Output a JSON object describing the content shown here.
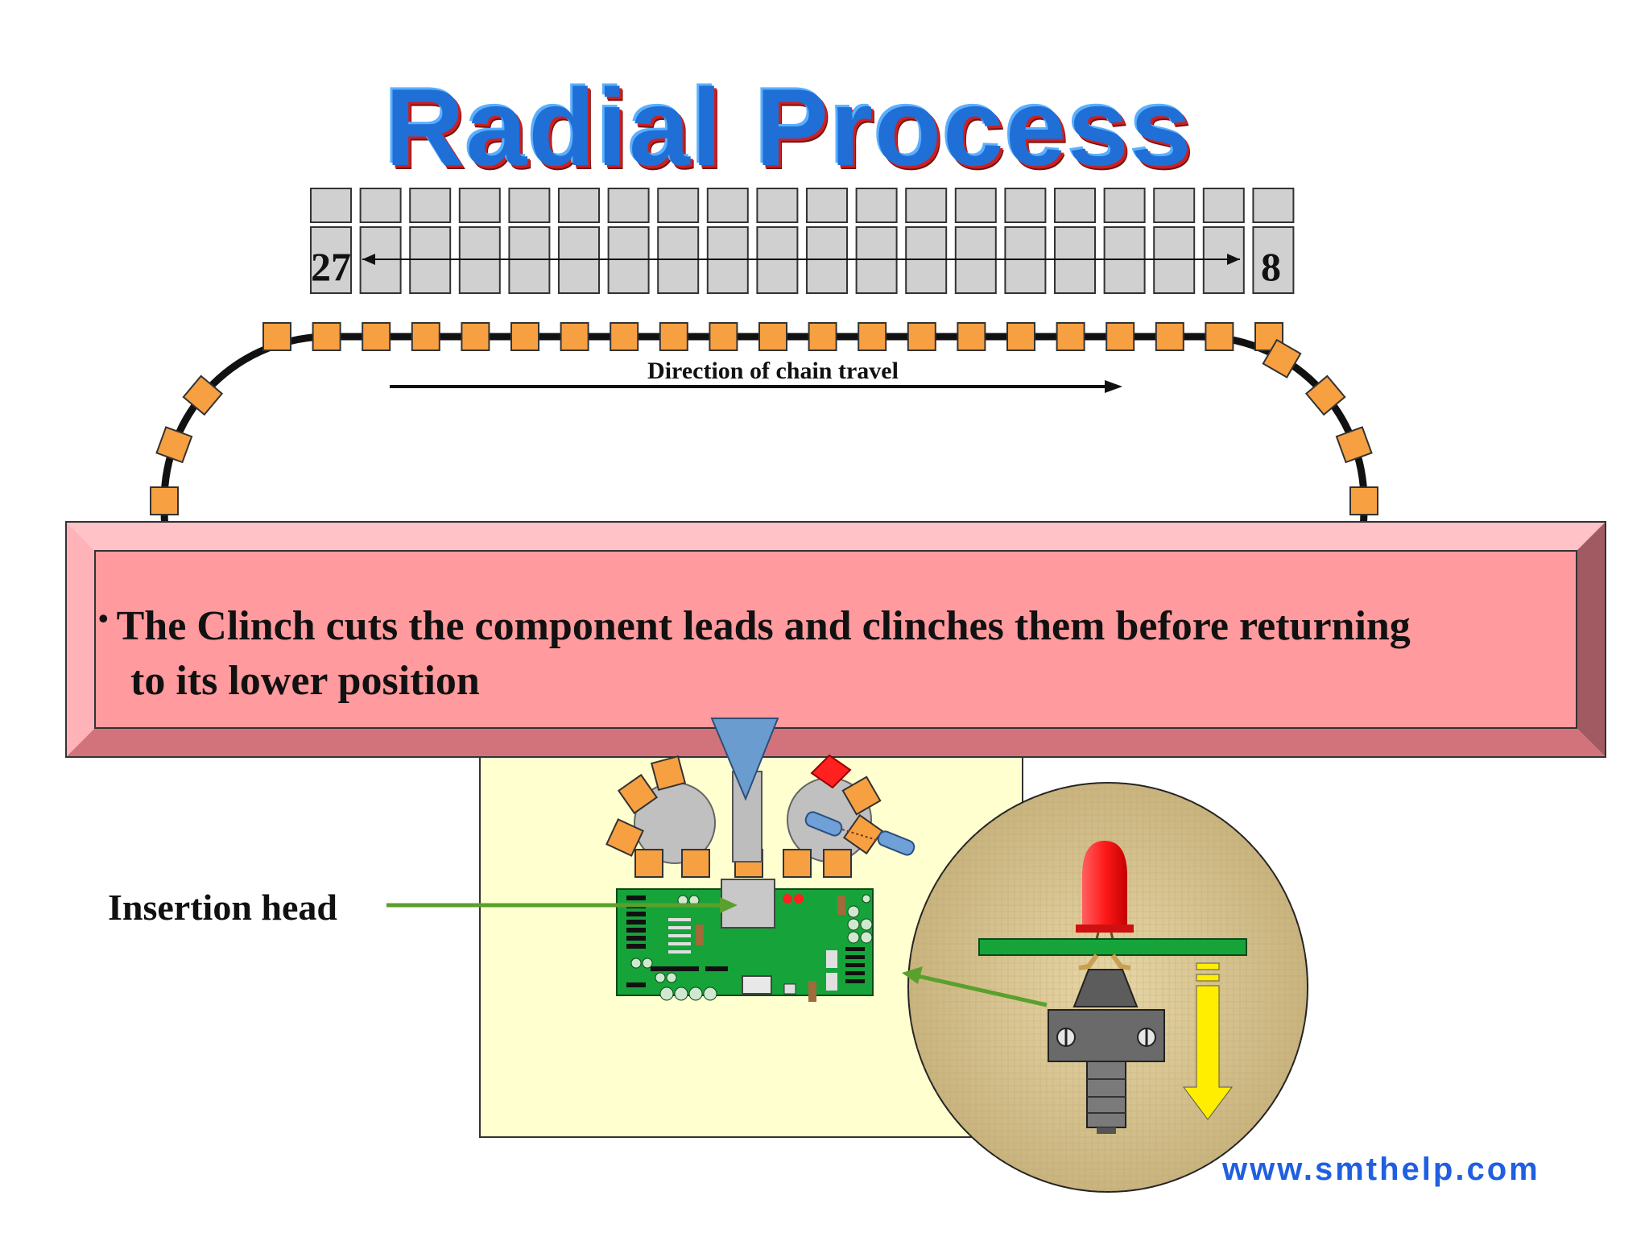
{
  "title": "Radial Process",
  "magazine": {
    "left_number": "27",
    "right_number": "8"
  },
  "chain": {
    "direction_label": "Direction of chain travel"
  },
  "callout": {
    "bullet": "•",
    "line1": "The Clinch cuts the component leads and clinches them before returning",
    "line2": "to its lower position"
  },
  "labels": {
    "insertion_head": "Insertion head"
  },
  "footer": {
    "url": "www.smthelp.com"
  },
  "colors": {
    "title_blue": "#1f6fd6",
    "chain_orange": "#f7a041",
    "banner_pink": "#ff9a9e",
    "banner_dark": "#d26b75",
    "pcb_green": "#16a33a",
    "arrow_green": "#5aa02c",
    "led_red": "#ff2a2a",
    "clinch_yellow": "#ffee00",
    "panel_yellow": "#ffffd0",
    "url_blue": "#1f5fe0"
  }
}
